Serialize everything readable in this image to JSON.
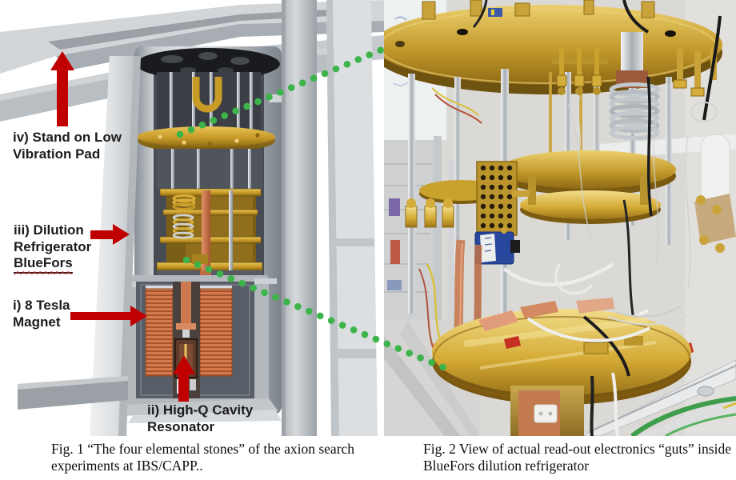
{
  "figure1": {
    "caption": "Fig. 1 “The four elemental stones” of the axion search experiments at IBS/CAPP..",
    "annotations": {
      "stand": {
        "text": "iv) Stand on Low Vibration Pad"
      },
      "fridge": {
        "text": "iii) Dilution Refrigerator",
        "underlined": "BlueFors"
      },
      "magnet": {
        "text": "i) 8 Tesla Magnet"
      },
      "cavity": {
        "text": "ii) High-Q Cavity Resonator"
      }
    }
  },
  "figure2": {
    "caption": "Fig. 2 View of actual read-out electronics “guts” inside BlueFors dilution refrigerator"
  },
  "colors": {
    "annotation_arrow_red": "#c00000",
    "connector_dots_green": "#3cb44a",
    "render_gold": "#c79a28",
    "render_copper": "#d57a4c",
    "photo_gold": "#c9a235"
  }
}
